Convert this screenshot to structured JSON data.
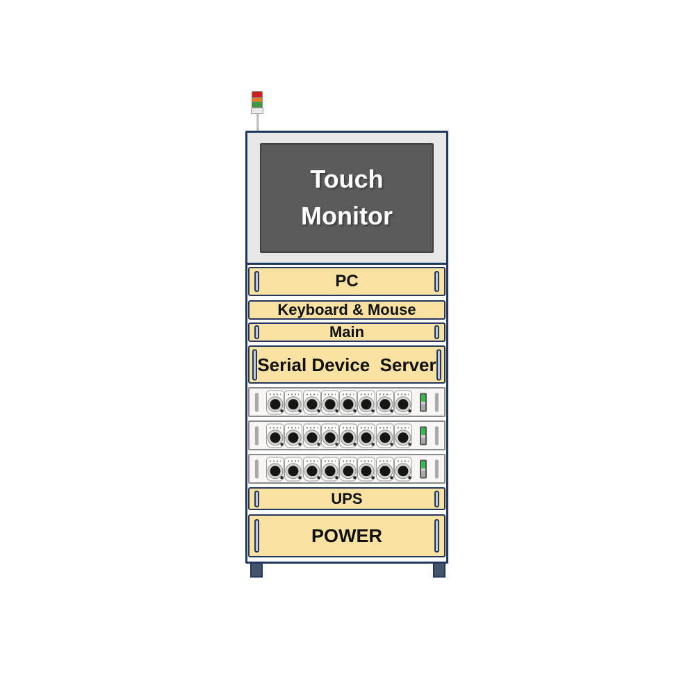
{
  "diagram": {
    "monitor": {
      "label": "Touch Monitor"
    },
    "panels": [
      {
        "label": "PC"
      },
      {
        "label": "Keyboard & Mouse"
      },
      {
        "label": "Main"
      },
      {
        "label": "Serial Device  Server"
      },
      {
        "label": "UPS"
      },
      {
        "label": "POWER"
      }
    ],
    "instrument_rows": {
      "count": 3,
      "ports_per_row": 8
    },
    "signal_tower": {
      "segments": [
        "red",
        "amber",
        "green"
      ]
    }
  },
  "colors": {
    "frame_navy": "#22375e",
    "panel_tan": "#fae3a2",
    "screen_gray": "#5b5b5b",
    "monitor_silver": "#e8e7e7",
    "leg_slate": "#44546a",
    "tower_red": "#cc2020",
    "tower_amber": "#e0801f",
    "tower_green": "#3c9c3c",
    "indicator_green": "#2fbf4a"
  }
}
